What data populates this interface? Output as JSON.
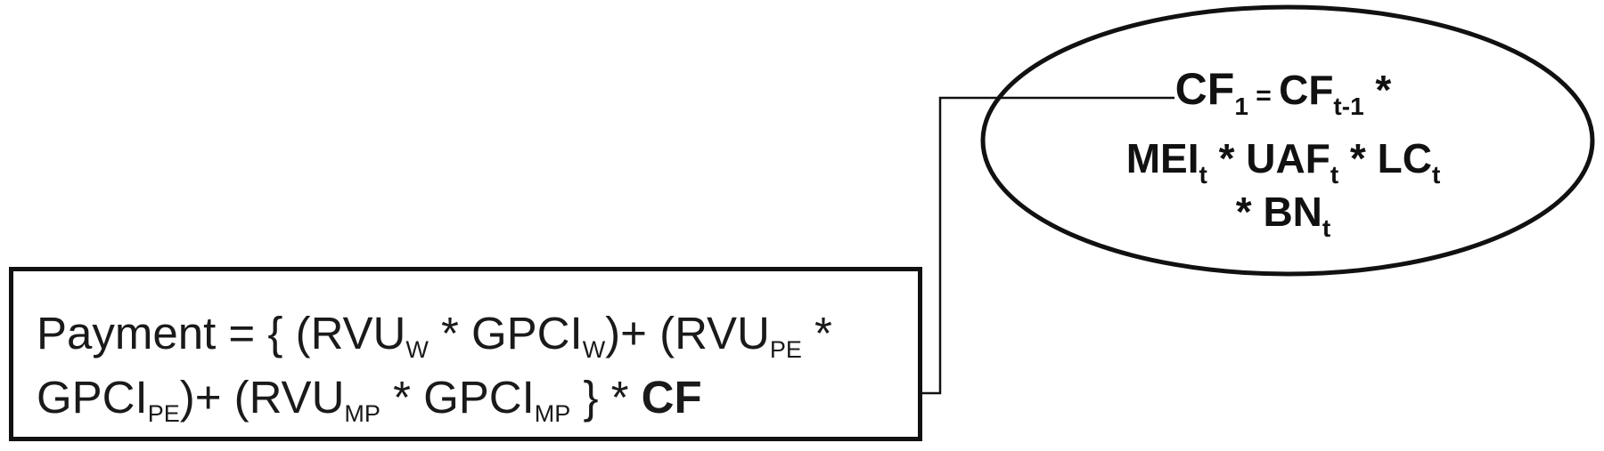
{
  "payment_formula": {
    "line1": {
      "lead": "Payment = { (RVU",
      "sub_w1": "W",
      "mid1": " * GPCI",
      "sub_w2": "W",
      "mid2": ")+ (RVU",
      "sub_pe1": "PE",
      "tail": " *"
    },
    "line2": {
      "lead": "GPCI",
      "sub_pe2": "PE",
      "mid1": ")+ (RVU",
      "sub_mp1": "MP",
      "mid2": " * GPCI",
      "sub_mp2": "MP",
      "mid3": " } * ",
      "cf": "CF"
    }
  },
  "cf_formula": {
    "line1": {
      "cf": "CF",
      "sub_1": "1",
      "eq": " = ",
      "cf_prev": "CF",
      "sub_tminus1": "t-1",
      "star": " *"
    },
    "line2": {
      "mei": "MEI",
      "sub_t1": "t",
      "uaf": " * UAF",
      "sub_t2": "t",
      "lc": " * LC",
      "sub_t3": "t"
    },
    "line3": {
      "bn": "* BN",
      "sub_t4": "t"
    }
  },
  "colors": {
    "stroke": "#111111",
    "text": "#1a1a1a",
    "background": "#ffffff"
  }
}
